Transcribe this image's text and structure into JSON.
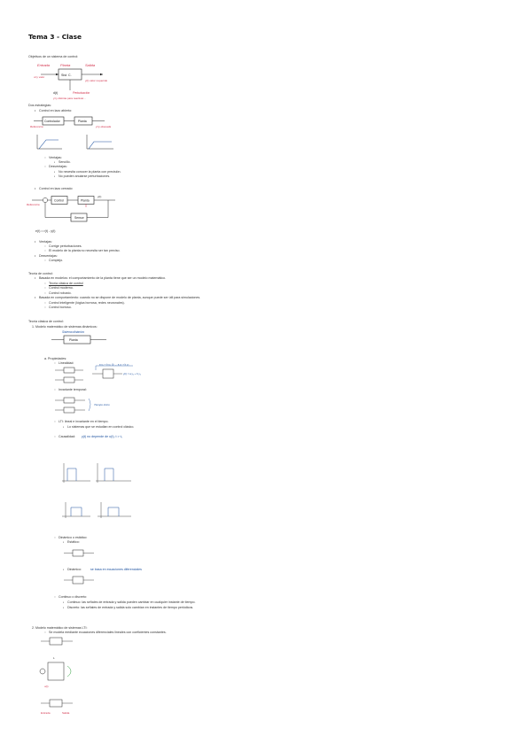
{
  "title": "Tema 3 - Clase",
  "s1": {
    "heading": "Objetivos de un sistema de control:",
    "labels": {
      "entrada": "Entrada",
      "planta": "Planta",
      "salida": "Salida",
      "sistema": "Sist. C.",
      "perturbacion": "Perturbación",
      "note_left": "y=y valor",
      "note_right": "y(t) valor requerido",
      "note_bottom": "y=y distinta para reactivar..."
    }
  },
  "s2": {
    "heading": "Dos estrategias:",
    "open_loop": "Control en lazo abierto:",
    "ventajas": "Ventajas:",
    "v1": "Sencillo.",
    "desventajas": "Desventajas:",
    "d1": "No necesita conocer la planta con precisión.",
    "d2": "No pueden anularse perturbaciones.",
    "closed_loop": "Control en lazo cerrado:",
    "eq": "e(t) = r(t) - y(t)",
    "cv": "Ventajas:",
    "cv1": "Corrige perturbaciones.",
    "cv2": "El modelo de la planta no necesita ser tan preciso.",
    "cd": "Desventajas:",
    "cd1": "Complejo."
  },
  "s3": {
    "heading": "Teoría de control:",
    "b1": "Basada en modelos: el comportamiento de la planta tiene que ser un modelo matemático.",
    "b1a": "Teoría clásica de control",
    "b1b": "Control moderno.",
    "b1c": "Control robusto.",
    "b2": "Basada en comportamiento: cuando no se dispone de modelo de planta, aunque puede ser útil para simulaciones.",
    "b2a": "Control inteligente (lógica borrosa, redes neuronales).",
    "b2b": "Control borroso."
  },
  "s4": {
    "heading": "Teoría clásica de control:",
    "i1": "1.  Modelo matemático de sistemas dinámicos:",
    "sys_label": "Sistema dinámico",
    "props": "a.  Propiedades:",
    "p_linear": "Linealidad:",
    "p_inv": "Invariante temporal:",
    "p_lti": "LTI: lineal e invariante en el tiempo.",
    "p_lti_a": "Lo sistemas que se estudian en control clásico.",
    "p_causal": "Causalidad:",
    "p_causal_note": "y(t) no depende de u(t), t > t₀",
    "p_dyn": "Dinámico o estático:",
    "p_static": "Estático:",
    "p_dynamic": "Dinámico:",
    "p_dynamic_note": "se basa en ecuaciones diferenciales",
    "p_cont": "Continuo o discreto:",
    "p_cont_a": "Continuo: las señales de entrada y salida pueden cambiar en cualquier instante de tiempo.",
    "p_cont_b": "Discreto: las señales de entrada y salida solo cambian en instantes de tiempo periódicos.",
    "i2": "2.  Modelo matemático de sistemas LTI:",
    "i2a": "Se modela mediante ecuaciones diferenciales lineales con coeficientes constantes."
  },
  "colors": {
    "red": "#d2304a",
    "blue": "#1a4f9e",
    "ink": "#222222",
    "highlight": "#f5ef3a"
  }
}
